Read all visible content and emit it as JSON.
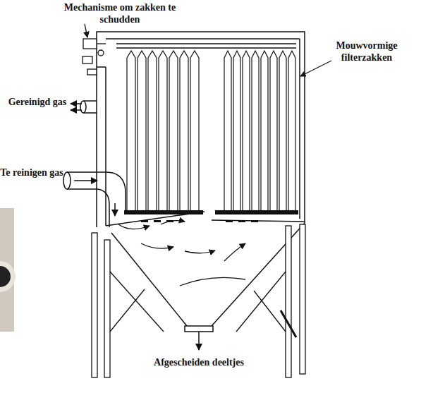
{
  "diagram": {
    "labels": [
      "Mechanisme om zakken te schudden",
      "Mouwvormige filterzakken",
      "Gereinigd gas",
      "Te reinigen gas",
      "Afgescheiden deeltjes"
    ]
  }
}
